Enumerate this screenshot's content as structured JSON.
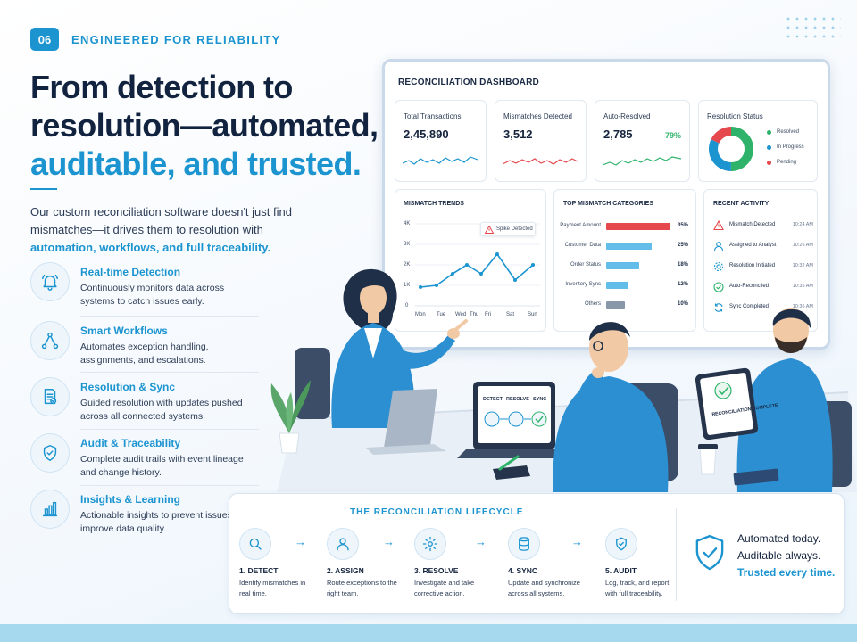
{
  "header": {
    "badge": "06",
    "kicker": "ENGINEERED FOR RELIABILITY",
    "title_line1": "From detection to",
    "title_line2": "resolution—automated,",
    "title_line3": "auditable, and trusted.",
    "intro_text": "Our custom reconciliation software doesn't just find mismatches—it drives them to resolution with ",
    "intro_highlight": "automation, workflows, and full traceability."
  },
  "features": [
    {
      "title": "Real-time Detection",
      "desc": "Continuously monitors data across systems to catch issues early.",
      "icon": "bell-icon"
    },
    {
      "title": "Smart Workflows",
      "desc": "Automates exception handling, assignments, and escalations.",
      "icon": "workflow-icon"
    },
    {
      "title": "Resolution & Sync",
      "desc": "Guided resolution with updates pushed across all connected systems.",
      "icon": "document-check-icon"
    },
    {
      "title": "Audit & Traceability",
      "desc": "Complete audit trails with event lineage and change history.",
      "icon": "shield-check-icon"
    },
    {
      "title": "Insights & Learning",
      "desc": "Actionable insights to prevent issues and improve data quality.",
      "icon": "bar-chart-icon"
    }
  ],
  "dashboard": {
    "title": "RECONCILIATION DASHBOARD",
    "kpis": [
      {
        "label": "Total Transactions",
        "value": "2,45,890"
      },
      {
        "label": "Mismatches Detected",
        "value": "3,512"
      },
      {
        "label": "Auto-Resolved",
        "value": "2,785",
        "percent": "79%"
      }
    ],
    "status": {
      "label": "Resolution Status",
      "legend": [
        "Resolved",
        "In Progress",
        "Pending"
      ],
      "colors": [
        "#2fb36b",
        "#1b94d0",
        "#e5484d"
      ],
      "shares": [
        0.5,
        0.32,
        0.18
      ]
    },
    "trends": {
      "title": "MISMATCH TRENDS",
      "annotation": "Spike Detected",
      "y_ticks": [
        "4K",
        "3K",
        "2K",
        "1K",
        "0"
      ],
      "x_ticks": [
        "Mon",
        "Tue",
        "Wed",
        "Thu",
        "Fri",
        "Sat",
        "Sun"
      ]
    },
    "categories": {
      "title": "TOP MISMATCH CATEGORIES",
      "items": [
        {
          "label": "Payment Amount",
          "value": 35,
          "display": "35%",
          "color": "#e5484d"
        },
        {
          "label": "Customer Data",
          "value": 25,
          "display": "25%",
          "color": "#62bde8"
        },
        {
          "label": "Order Status",
          "value": 18,
          "display": "18%",
          "color": "#62bde8"
        },
        {
          "label": "Inventory Sync",
          "value": 12,
          "display": "12%",
          "color": "#62bde8"
        },
        {
          "label": "Others",
          "value": 10,
          "display": "10%",
          "color": "#8a97a8"
        }
      ]
    },
    "activity": {
      "title": "RECENT ACTIVITY",
      "items": [
        {
          "label": "Mismatch Detected",
          "time": "10:24 AM",
          "icon": "warning-icon"
        },
        {
          "label": "Assigned to Analyst",
          "time": "10:26 AM",
          "icon": "user-icon"
        },
        {
          "label": "Resolution Initiated",
          "time": "10:32 AM",
          "icon": "gear-icon"
        },
        {
          "label": "Auto-Reconciled",
          "time": "10:35 AM",
          "icon": "check-circle-icon"
        },
        {
          "label": "Sync Completed",
          "time": "10:36 AM",
          "icon": "sync-icon"
        }
      ]
    }
  },
  "laptop_screen": [
    "DETECT",
    "RESOLVE",
    "SYNC"
  ],
  "tablet_screen": "RECONCILIATION COMPLETE",
  "lifecycle": {
    "title": "THE RECONCILIATION LIFECYCLE",
    "steps": [
      {
        "title": "1. DETECT",
        "desc": "Identify mismatches in real time.",
        "icon": "search-icon"
      },
      {
        "title": "2. ASSIGN",
        "desc": "Route exceptions to the right team.",
        "icon": "user-icon"
      },
      {
        "title": "3. RESOLVE",
        "desc": "Investigate and take corrective action.",
        "icon": "gear-icon"
      },
      {
        "title": "4. SYNC",
        "desc": "Update and synchronize across all systems.",
        "icon": "database-icon"
      },
      {
        "title": "5. AUDIT",
        "desc": "Log, track, and report with full traceability.",
        "icon": "shield-check-icon"
      }
    ],
    "taglines": [
      "Automated today.",
      "Auditable always.",
      "Trusted every time."
    ]
  },
  "colors": {
    "accent": "#1b94d0",
    "navy": "#12233f",
    "alert_red": "#e5484d",
    "success_green": "#2fb36b"
  }
}
